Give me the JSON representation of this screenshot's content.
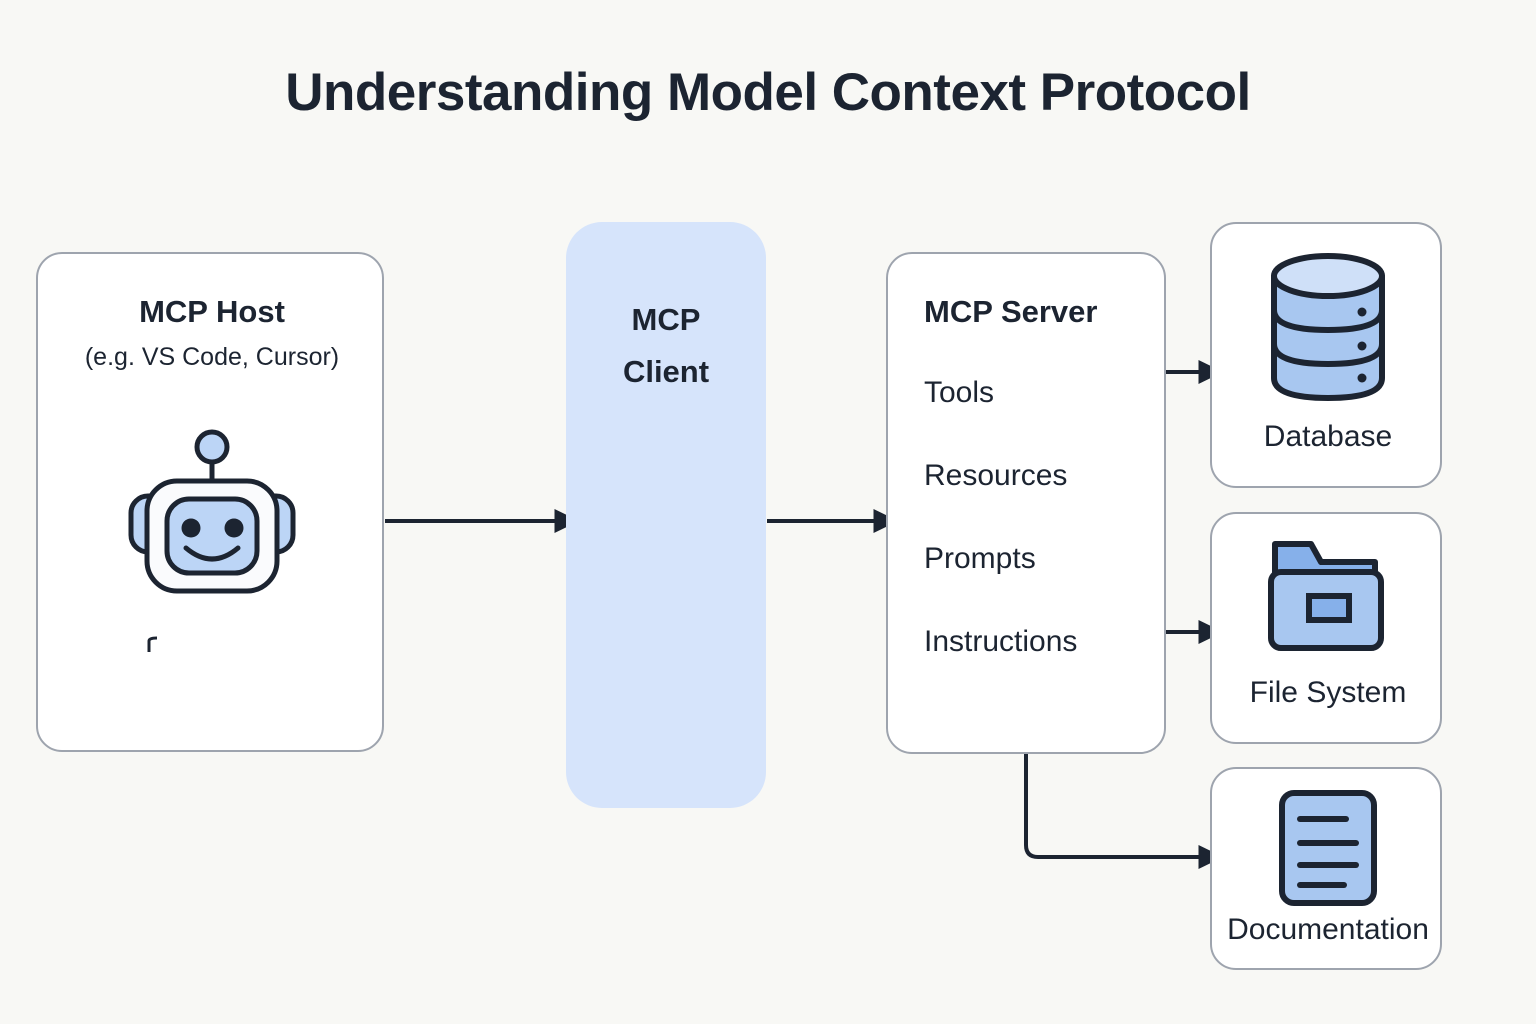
{
  "page": {
    "title": "Understanding Model Context Protocol",
    "background_color": "#f8f8f5",
    "text_color": "#1c2431",
    "accent_color": "#d6e4fb",
    "icon_fill_color": "#a8c7f0",
    "card_border_color": "#9ea4ae"
  },
  "host": {
    "title": "MCP Host",
    "subtitle": "(e.g. VS Code, Cursor)",
    "icon": "robot-icon"
  },
  "client": {
    "line1": "MCP",
    "line2": "Client"
  },
  "server": {
    "title": "MCP Server",
    "capabilities": [
      "Tools",
      "Resources",
      "Prompts",
      "Instructions"
    ]
  },
  "resources": [
    {
      "label": "Database",
      "icon": "database-cylinder-icon"
    },
    {
      "label": "File System",
      "icon": "folder-icon"
    },
    {
      "label": "Documentation",
      "icon": "document-lines-icon"
    }
  ],
  "connections": [
    {
      "from": "MCP Host",
      "to": "MCP Client",
      "style": "arrow-right"
    },
    {
      "from": "MCP Client",
      "to": "MCP Server",
      "style": "arrow-right"
    },
    {
      "from": "MCP Server",
      "to": "Database",
      "style": "arrow-right"
    },
    {
      "from": "MCP Server",
      "to": "File System",
      "style": "arrow-right"
    },
    {
      "from": "MCP Server",
      "to": "Documentation",
      "style": "elbow-arrow-down-right"
    }
  ]
}
